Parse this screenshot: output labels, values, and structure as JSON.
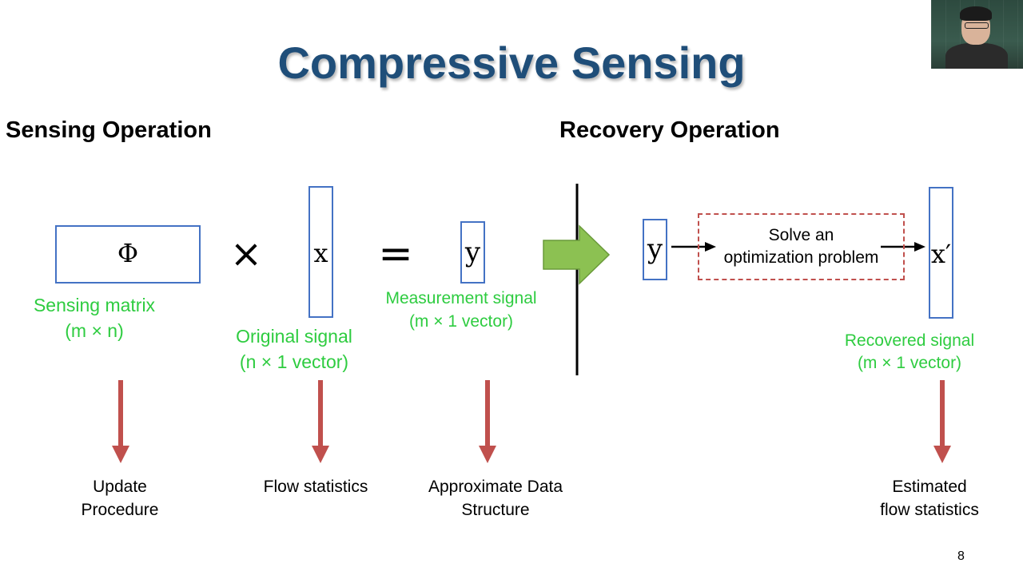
{
  "slide": {
    "title": "Compressive Sensing",
    "page_number": "8"
  },
  "sensing": {
    "heading": "Sensing Operation",
    "phi_symbol": "Φ",
    "times_symbol": "×",
    "x_symbol": "x",
    "equals_symbol": "=",
    "y_symbol": "y",
    "sensing_matrix": [
      "Sensing matrix",
      "(m × n)"
    ],
    "original_signal": [
      "Original signal",
      "(n × 1 vector)"
    ],
    "measurement_signal": [
      "Measurement signal",
      "(m × 1 vector)"
    ]
  },
  "recovery": {
    "heading": "Recovery Operation",
    "y_symbol": "y",
    "solve_text": [
      "Solve an",
      "optimization problem"
    ],
    "xprime_symbol": "x′",
    "recovered_signal": [
      "Recovered signal",
      "(m × 1 vector)"
    ]
  },
  "mappings": {
    "update_procedure": [
      "Update",
      "Procedure"
    ],
    "flow_statistics": [
      "Flow statistics"
    ],
    "approx_data_structure": [
      "Approximate Data",
      "Structure"
    ],
    "estimated_flow_statistics": [
      "Estimated",
      "flow statistics"
    ]
  },
  "colors": {
    "title": "#1f4e79",
    "box_border": "#4472c4",
    "label_green": "#2ecc40",
    "down_arrow": "#c0504d",
    "big_arrow": "#8cc152",
    "dashed_border": "#c0504d"
  },
  "icons": {
    "webcam": "presenter-video-thumbnail"
  }
}
